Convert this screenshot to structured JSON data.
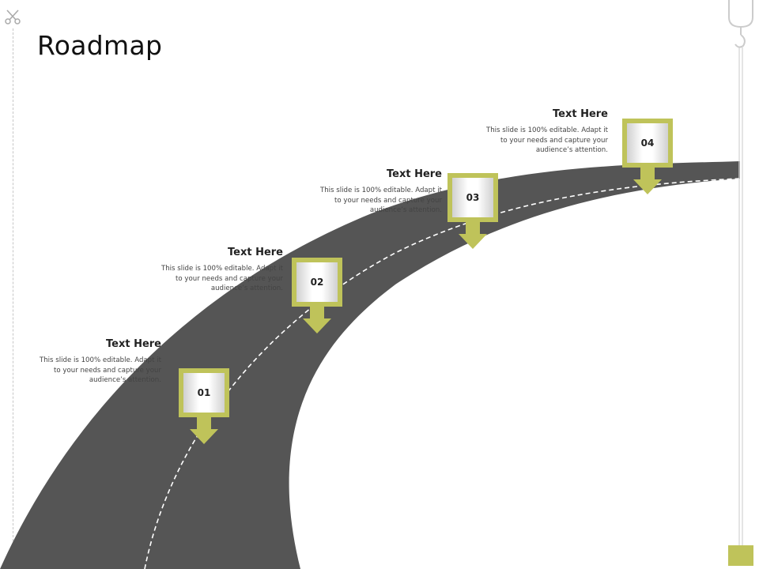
{
  "slide": {
    "title": "Roadmap"
  },
  "steps": [
    {
      "number": "01",
      "heading": "Text Here",
      "description_lines": [
        "This slide is 100% editable. Adapt it",
        "to your needs and capture your",
        "audience’s attention."
      ]
    },
    {
      "number": "02",
      "heading": "Text Here",
      "description_lines": [
        "This slide is 100% editable. Adapt it",
        "to your needs and capture your",
        "audience’s attention."
      ]
    },
    {
      "number": "03",
      "heading": "Text Here",
      "description_lines": [
        "This slide is 100% editable. Adapt it",
        "to your needs and capture your",
        "audience’s attention."
      ]
    },
    {
      "number": "04",
      "heading": "Text Here",
      "description_lines": [
        "This slide is 100% editable. Adapt it",
        "to your needs and capture your",
        "audience’s attention."
      ]
    }
  ],
  "colors": {
    "road": "#555555",
    "road_line": "#ffffff",
    "accent": "#bfc35a",
    "text_dark": "#222222",
    "text_body": "#444444"
  },
  "icons": [
    "scissors-icon",
    "hook-icon",
    "pin-arrow-icon"
  ]
}
